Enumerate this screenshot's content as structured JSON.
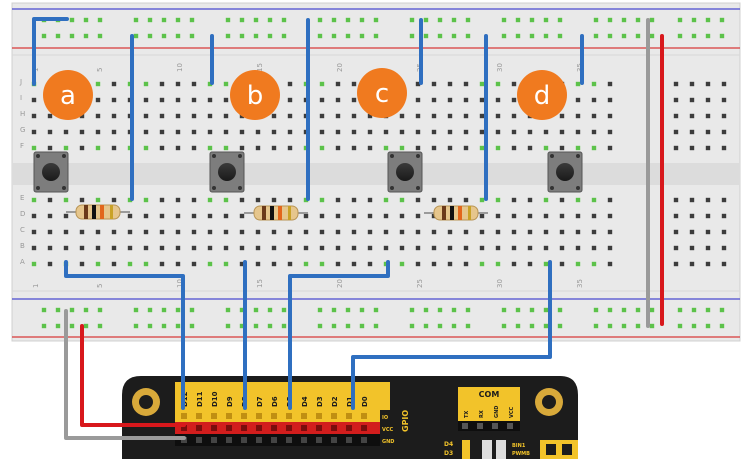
{
  "markers": [
    {
      "id": "a",
      "label": "a"
    },
    {
      "id": "b",
      "label": "b"
    },
    {
      "id": "c",
      "label": "c"
    },
    {
      "id": "d",
      "label": "d"
    }
  ],
  "breadboard": {
    "column_numbers": [
      "1",
      "5",
      "10",
      "15",
      "20",
      "25",
      "30",
      "35"
    ],
    "row_letters_top": [
      "J",
      "I",
      "H",
      "G",
      "F"
    ],
    "row_letters_bottom": [
      "E",
      "D",
      "C",
      "B",
      "A"
    ]
  },
  "board": {
    "gpio_label": "GPIO",
    "com_label": "COM",
    "pin_labels": [
      "D12",
      "D11",
      "D10",
      "D9",
      "D8",
      "D7",
      "D6",
      "D5",
      "D4",
      "D3",
      "D2",
      "D1",
      "D0"
    ],
    "power_labels": [
      "IO",
      "VCC",
      "GND"
    ],
    "com_pins": [
      "TX",
      "RX",
      "GND",
      "VCC"
    ],
    "bottom_labels": [
      "D4",
      "D3",
      "BIN1",
      "PWMB"
    ]
  },
  "colors": {
    "marker_fill": "#f07a1f",
    "wire_blue": "#2f6fc0",
    "wire_red": "#d8181c",
    "wire_gray": "#9a9a9a",
    "board_black": "#1c1c1c",
    "pin_yellow": "#f2c32a",
    "pin_red": "#d21d1d"
  }
}
